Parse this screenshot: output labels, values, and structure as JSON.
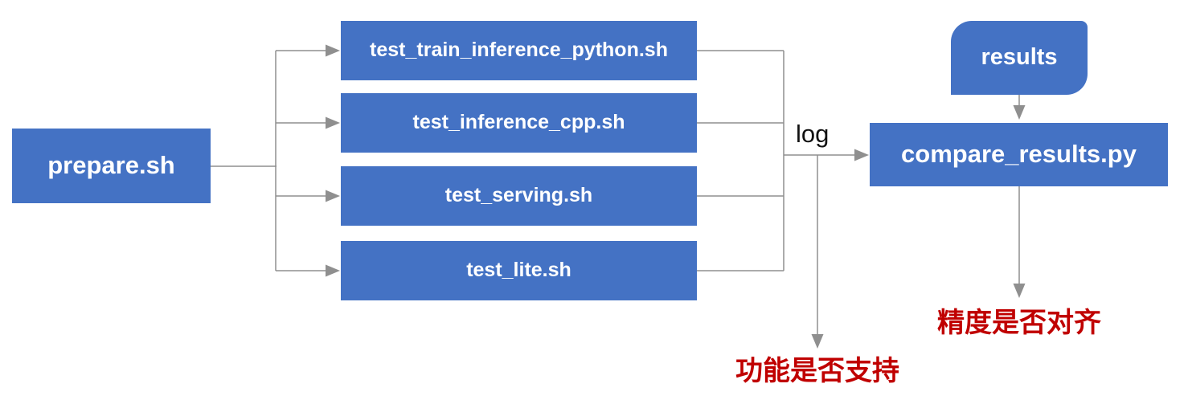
{
  "flowchart": {
    "nodes": {
      "prepare": {
        "label": "prepare.sh"
      },
      "tests": [
        {
          "label": "test_train_inference_python.sh"
        },
        {
          "label": "test_inference_cpp.sh"
        },
        {
          "label": "test_serving.sh"
        },
        {
          "label": "test_lite.sh"
        }
      ],
      "results": {
        "label": "results"
      },
      "compare": {
        "label": "compare_results.py"
      }
    },
    "edge_labels": {
      "log": "log"
    },
    "annotations": {
      "function_support": "功能是否支持",
      "accuracy_alignment": "精度是否对齐"
    },
    "colors": {
      "node_fill": "#4472C4",
      "node_text": "#FFFFFF",
      "connector": "#8F8F8F",
      "annotation_text": "#C00000",
      "edge_label_text": "#111111"
    }
  }
}
